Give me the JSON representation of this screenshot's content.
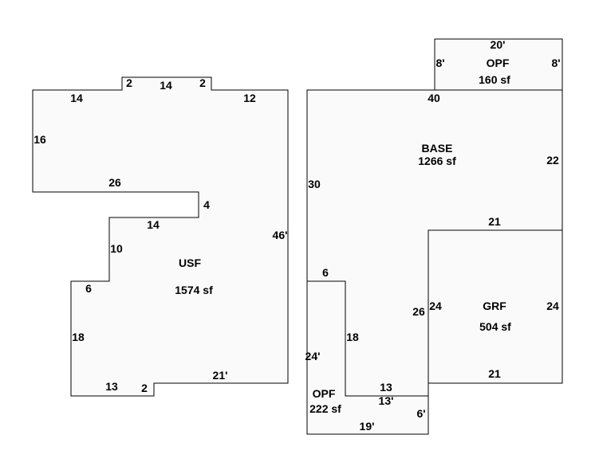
{
  "usf": {
    "name": "USF",
    "area": "1574 sf",
    "dims": {
      "top_left_14": "14",
      "notch_left_2": "2",
      "notch_top_14": "14",
      "notch_right_2": "2",
      "top_right_12": "12",
      "left_16": "16",
      "mid_26": "26",
      "step_4": "4",
      "step_14": "14",
      "right_46": "46'",
      "left_10": "10",
      "left_6": "6",
      "left_18": "18",
      "bottom_13": "13",
      "bottom_2": "2",
      "bottom_21": "21'"
    }
  },
  "base": {
    "name": "BASE",
    "area": "1266 sf",
    "dims": {
      "top_40": "40",
      "right_22": "22",
      "left_30": "30",
      "inner_21": "21",
      "left_6": "6",
      "inner_18": "18",
      "inner_26": "26",
      "bottom_13": "13"
    }
  },
  "opf_top": {
    "name": "OPF",
    "area": "160 sf",
    "dims": {
      "top_20": "20'",
      "left_8": "8'",
      "right_8": "8'"
    }
  },
  "grf": {
    "name": "GRF",
    "area": "504 sf",
    "dims": {
      "top_21": "21",
      "left_24": "24",
      "right_24": "24",
      "bottom_21": "21"
    }
  },
  "opf_bottom": {
    "name": "OPF",
    "area": "222 sf",
    "dims": {
      "left_24": "24'",
      "top_13": "13'",
      "right_6": "6'",
      "bottom_19": "19'"
    }
  }
}
